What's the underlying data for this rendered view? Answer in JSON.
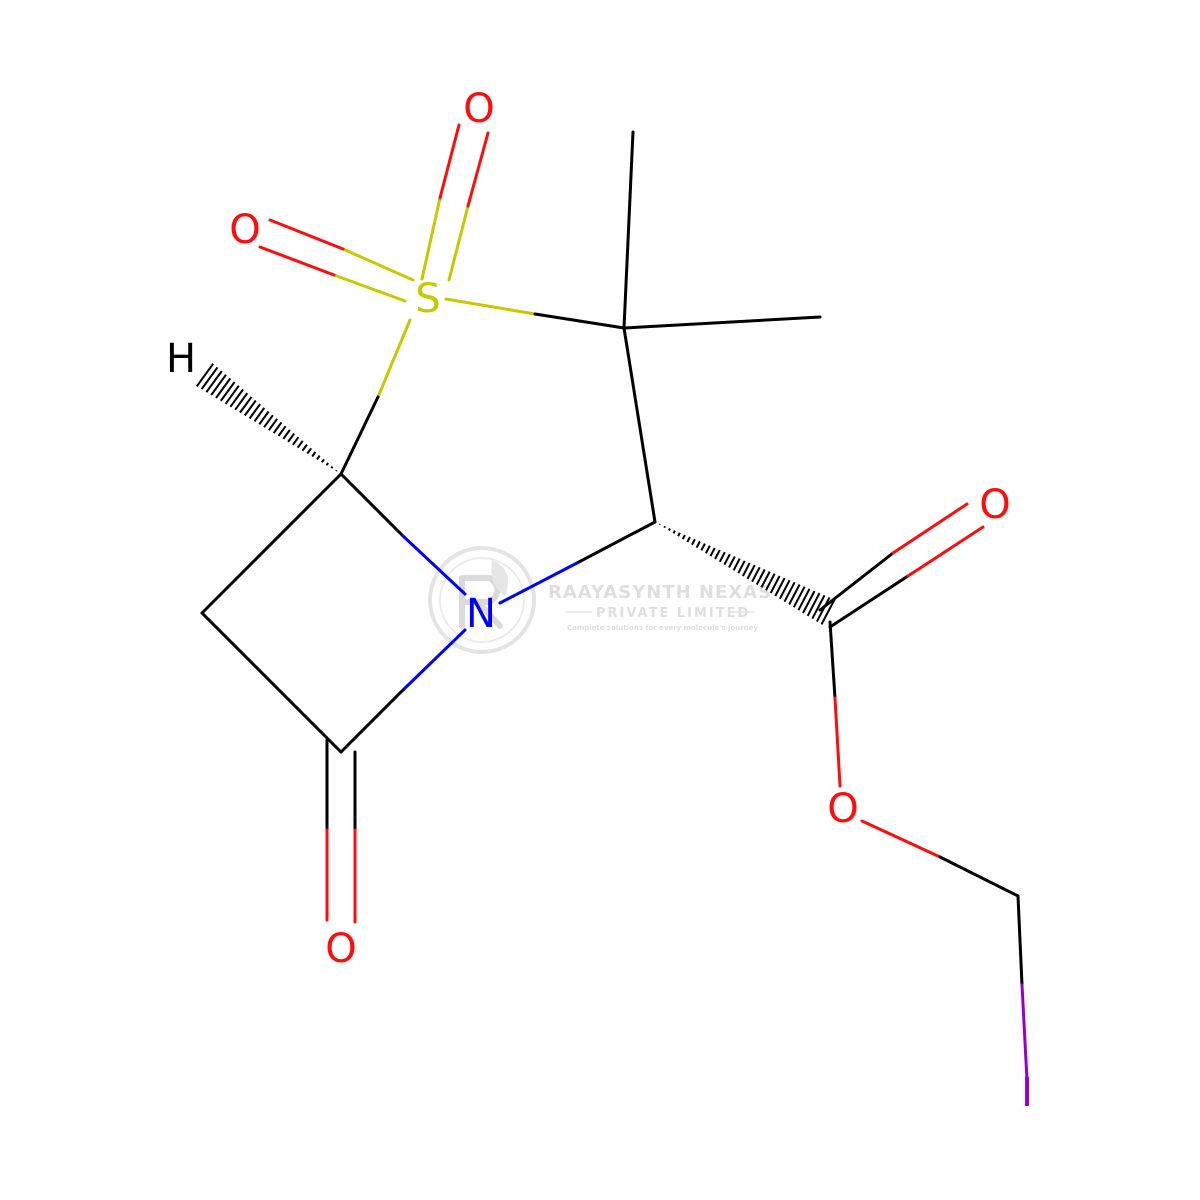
{
  "colors": {
    "bond": "#000000",
    "oxygen": "#ff0d0d",
    "nitrogen": "#0000ff",
    "sulfur": "#c8c800",
    "iodine": "#9400d3",
    "hydrogen": "#000000",
    "watermark": "#c8c8c8"
  },
  "atoms": {
    "o_sulfone_top": "O",
    "o_sulfone_left": "O",
    "sulfur": "S",
    "hydrogen": "H",
    "nitrogen": "N",
    "o_carbonyl_ester": "O",
    "o_ester": "O",
    "o_lactam": "O",
    "iodine": "I"
  },
  "watermark": {
    "logo_icon": "leaf-r-logo-icon",
    "title": "RAAYASYNTH NEXAS",
    "subtitle": "PRIVATE LIMITED",
    "tagline": "Complete solutions for every molecule's journey"
  }
}
